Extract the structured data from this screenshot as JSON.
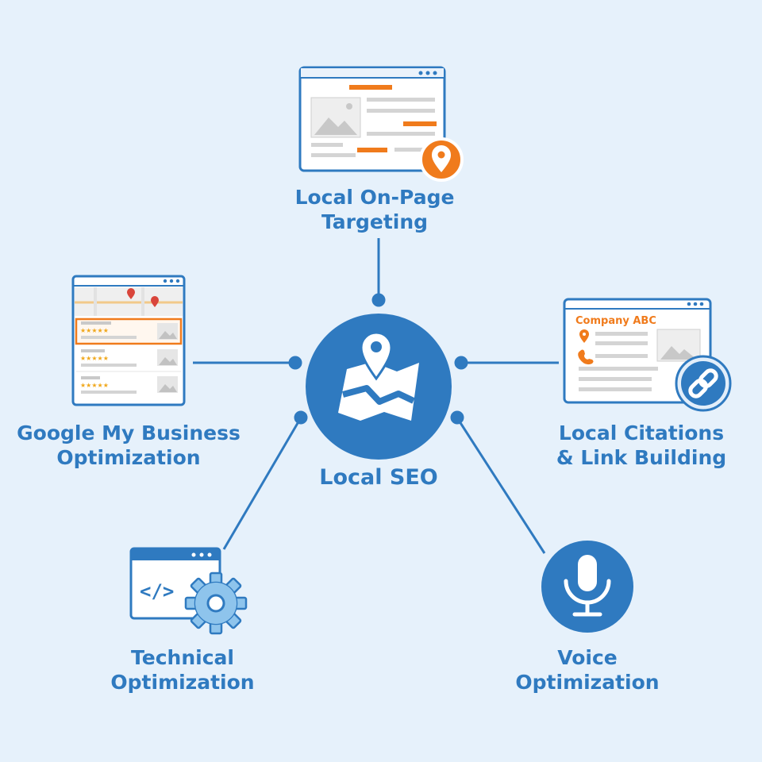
{
  "center": {
    "label": "Local SEO"
  },
  "nodes": {
    "top": {
      "line1": "Local On-Page",
      "line2": "Targeting"
    },
    "left": {
      "line1": "Google My Business",
      "line2": "Optimization"
    },
    "right": {
      "line1": "Local Citations",
      "line2": "& Link Building",
      "company": "Company ABC"
    },
    "bottom_left": {
      "line1": "Technical",
      "line2": "Optimization",
      "code": "</>"
    },
    "bottom_right": {
      "line1": "Voice",
      "line2": "Optimization"
    }
  },
  "colors": {
    "primary": "#2f7ac0",
    "accent": "#f07b1c",
    "background": "#e6f1fb"
  }
}
